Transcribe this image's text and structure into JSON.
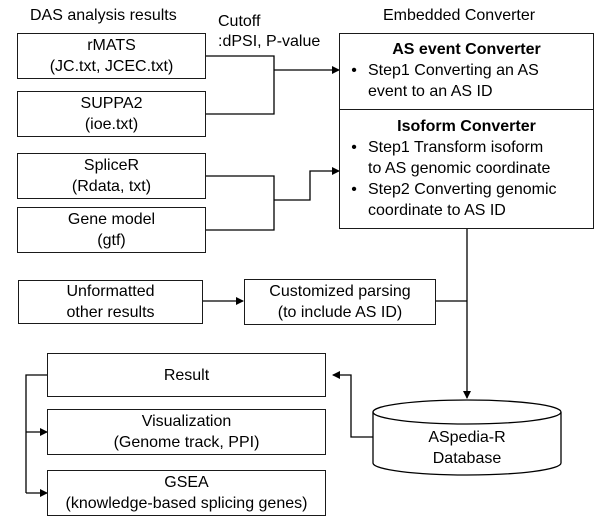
{
  "headers": {
    "das_results": "DAS analysis results",
    "cutoff_line1": "Cutoff",
    "cutoff_line2": ":dPSI, P-value",
    "embedded_converter": "Embedded Converter"
  },
  "inputs": {
    "rmats": [
      "rMATS",
      "(JC.txt, JCEC.txt)"
    ],
    "suppa2": [
      "SUPPA2",
      "(ioe.txt)"
    ],
    "splicer": [
      "SpliceR",
      "(Rdata, txt)"
    ],
    "gene_model": [
      "Gene model",
      "(gtf)"
    ],
    "unformatted": [
      "Unformatted",
      "other results"
    ]
  },
  "parsing": [
    "Customized parsing",
    "(to include AS ID)"
  ],
  "as_event_converter": {
    "title": "AS event Converter",
    "bullets": [
      [
        "Step1 Converting an AS",
        "event to an AS ID"
      ]
    ]
  },
  "isoform_converter": {
    "title": "Isoform Converter",
    "bullets": [
      [
        "Step1 Transform isoform",
        "to AS genomic coordinate"
      ],
      [
        "Step2 Converting genomic",
        "coordinate to AS ID"
      ]
    ]
  },
  "bullet_char": "•",
  "database": [
    "ASpedia-R",
    "Database"
  ],
  "outputs": {
    "result": [
      "Result"
    ],
    "visualization": [
      "Visualization",
      "(Genome track, PPI)"
    ],
    "gsea": [
      "GSEA",
      "(knowledge-based splicing genes)"
    ]
  }
}
